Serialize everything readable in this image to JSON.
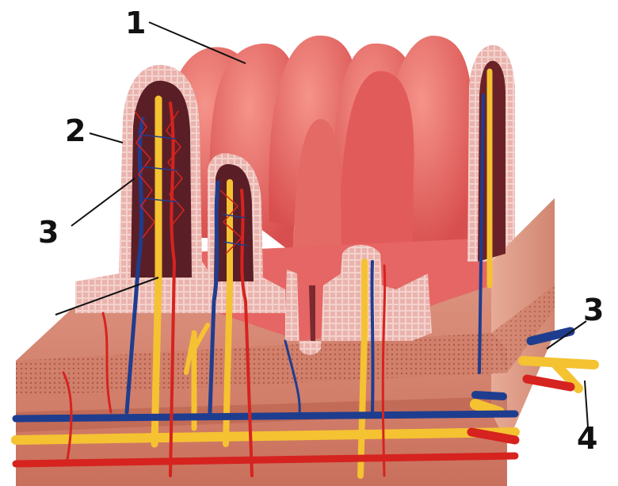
{
  "labels": [
    {
      "id": "1",
      "text": "1"
    },
    {
      "id": "2",
      "text": "2"
    },
    {
      "id": "3a",
      "text": "3"
    },
    {
      "id": "3b",
      "text": "3"
    },
    {
      "id": "4",
      "text": "4"
    }
  ],
  "colors": {
    "villus_surface": "#e86a6a",
    "villus_highlight": "#f59a92",
    "epithelium": "#f3c7c3",
    "tissue_wall": "#d98c78",
    "tissue_dark": "#b55c4a",
    "artery": "#d6231f",
    "vein": "#1f3d8f",
    "lymph": "#f5c232"
  }
}
